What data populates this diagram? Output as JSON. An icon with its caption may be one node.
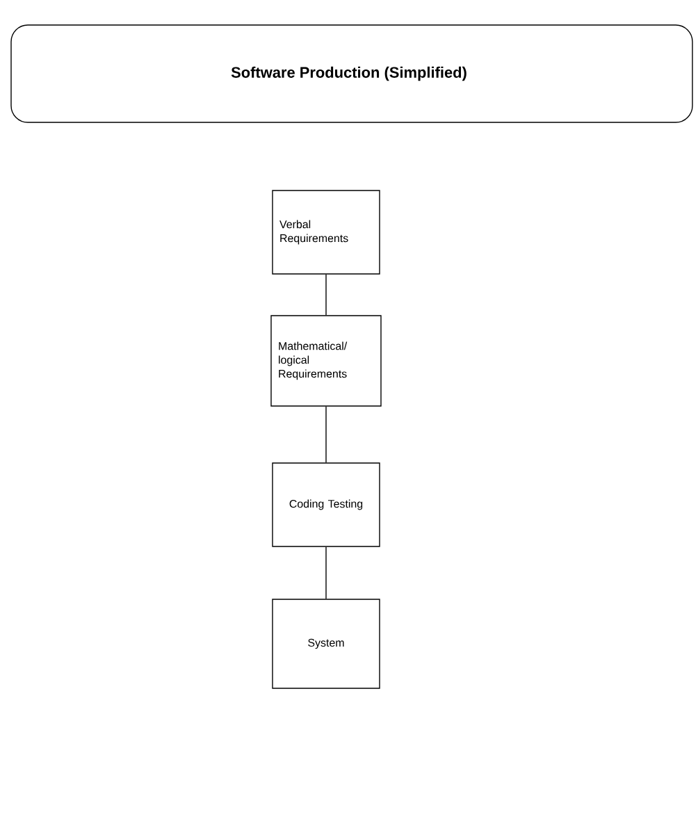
{
  "diagram": {
    "title": "Software Production (Simplified)",
    "nodes": [
      {
        "text": [
          "Verbal Requirements"
        ]
      },
      {
        "text": [
          "Mathematical/ logical Requirements"
        ]
      },
      {
        "text": [
          "Coding Testing"
        ]
      },
      {
        "text": [
          "System"
        ]
      }
    ],
    "edges": [
      {
        "from": 0,
        "to": 1,
        "arrow": "none"
      },
      {
        "from": 1,
        "to": 2,
        "arrow": "none"
      },
      {
        "from": 2,
        "to": 3,
        "arrow": "none"
      }
    ]
  }
}
